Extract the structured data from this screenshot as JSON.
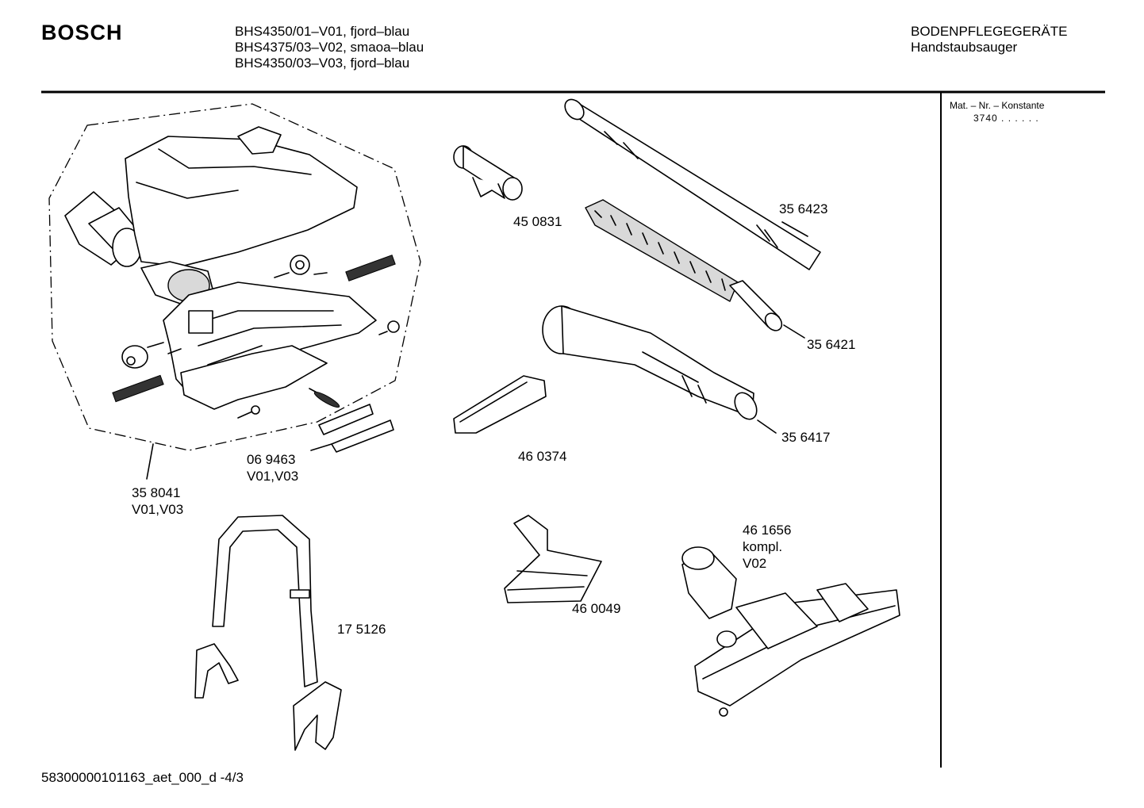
{
  "header": {
    "brand": "BOSCH",
    "models": [
      "BHS4350/01–V01, fjord–blau",
      "BHS4375/03–V02, smaoa–blau",
      "BHS4350/03–V03, fjord–blau"
    ],
    "category": "BODENPFLEGEGERÄTE",
    "subcategory": "Handstaubsauger"
  },
  "sidebar": {
    "title": "Mat. – Nr. – Konstante",
    "value": "3740 . . . . . ."
  },
  "parts": {
    "p358041": {
      "number": "35 8041",
      "variant": "V01,V03"
    },
    "p069463": {
      "number": "06 9463",
      "variant": "V01,V03"
    },
    "p450831": {
      "number": "45 0831"
    },
    "p356423": {
      "number": "35 6423"
    },
    "p356421": {
      "number": "35 6421"
    },
    "p356417": {
      "number": "35 6417"
    },
    "p460374": {
      "number": "46 0374"
    },
    "p175126": {
      "number": "17 5126"
    },
    "p460049": {
      "number": "46 0049"
    },
    "p461656": {
      "number": "46 1656",
      "note": "kompl.",
      "variant": "V02"
    }
  },
  "footer": {
    "doc_id": "58300000101163_aet_000_d  -4/3"
  }
}
